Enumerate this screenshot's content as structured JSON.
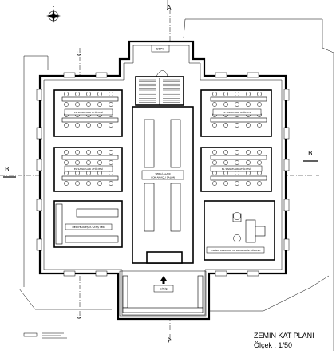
{
  "rooms": {
    "depo": "DEPO",
    "el_sanatlari_1": "EL SANATLARI ATÖLYESİ",
    "el_sanatlari_2": "EL SANATLARI ATÖLYESİ",
    "el_sanatlari_3": "EL SANATLARI ATÖLYESİ",
    "el_sanatlari_4": "EL SANATLARI ATÖLYESİ",
    "hall": "SERGİ ALANI\nÇOK AMAÇLI SALON",
    "satis": "HEDİYELİK EŞYA SATIŞ YERİ",
    "turizm": "TURİZM DANIŞMA VE REHBERLİK BÜROSU",
    "giris": "GİRİŞ"
  },
  "sections": {
    "b_left": "B",
    "b_right": "B",
    "c_top": "C",
    "c_bottom": "C",
    "a_top": "A",
    "a_bottom": "A"
  },
  "title": {
    "main": "ZEMİN KAT PLANI",
    "scale": "Ölçek : 1/50"
  },
  "icons": [
    "compass-north-arrow-icon",
    "entrance-arrow-icon"
  ]
}
